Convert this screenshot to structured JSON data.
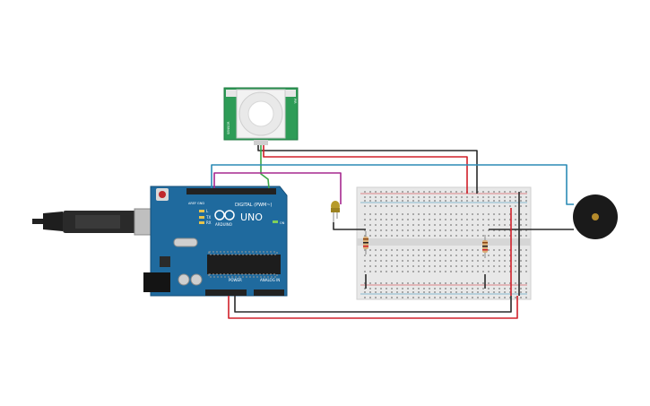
{
  "arduino": {
    "brand": "UNO",
    "logo_text": "ARDUINO",
    "digital_label": "DIGITAL (PWM~)",
    "power_label": "POWER",
    "analog_label": "ANALOG IN",
    "on_label": "ON",
    "led_labels": [
      "L",
      "TX",
      "RX"
    ],
    "aref_label": "AREF",
    "gnd_label": "GND"
  },
  "pir_sensor": {
    "left_label": "SENSOR",
    "right_label": "PIR"
  },
  "colors": {
    "board": "#1f6a9e",
    "board_edge": "#154f78",
    "pir_board": "#2e9c57",
    "breadboard": "#e8e8e8",
    "wire_red": "#d0202a",
    "wire_black": "#2a2a2a",
    "wire_teal": "#2b8bb5",
    "wire_magenta": "#a6288f",
    "wire_green": "#3aa446",
    "led": "#b79b2a",
    "buzzer": "#1a1a1a"
  }
}
